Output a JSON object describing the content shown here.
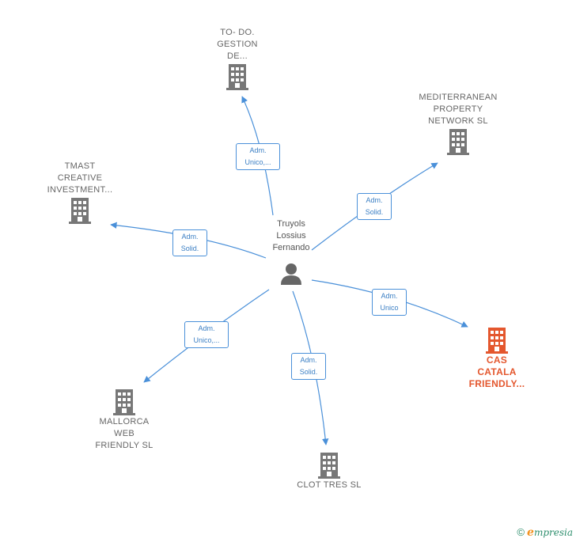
{
  "center": {
    "name": "Truyols\nLossius\nFernando",
    "icon": "person-icon"
  },
  "companies": [
    {
      "id": "todo",
      "name": "TO- DO.\nGESTION\nDE...",
      "icon": "building-icon",
      "color": "#777777"
    },
    {
      "id": "mediterranean",
      "name": "MEDITERRANEAN\nPROPERTY\nNETWORK  SL",
      "icon": "building-icon",
      "color": "#777777"
    },
    {
      "id": "tmast",
      "name": "TMAST\nCREATIVE\nINVESTMENT...",
      "icon": "building-icon",
      "color": "#777777"
    },
    {
      "id": "cascatala",
      "name": "CAS\nCATALA\nFRIENDLY...",
      "icon": "building-icon",
      "color": "#e4572e"
    },
    {
      "id": "mallorca",
      "name": "MALLORCA\nWEB\nFRIENDLY SL",
      "icon": "building-icon",
      "color": "#777777"
    },
    {
      "id": "clottres",
      "name": "CLOT TRES SL",
      "icon": "building-icon",
      "color": "#777777"
    }
  ],
  "relations": [
    {
      "to": "todo",
      "label": "Adm.\nUnico,..."
    },
    {
      "to": "mediterranean",
      "label": "Adm.\nSolid."
    },
    {
      "to": "tmast",
      "label": "Adm.\nSolid."
    },
    {
      "to": "cascatala",
      "label": "Adm.\nUnico"
    },
    {
      "to": "mallorca",
      "label": "Adm.\nUnico,..."
    },
    {
      "to": "clottres",
      "label": "Adm.\nSolid."
    }
  ],
  "footer": {
    "copyright": "©",
    "brand_initial": "e",
    "brand_rest": "mpresia"
  },
  "colors": {
    "edge": "#4a90d9",
    "building": "#777777",
    "highlight": "#e4572e",
    "person": "#666666"
  }
}
